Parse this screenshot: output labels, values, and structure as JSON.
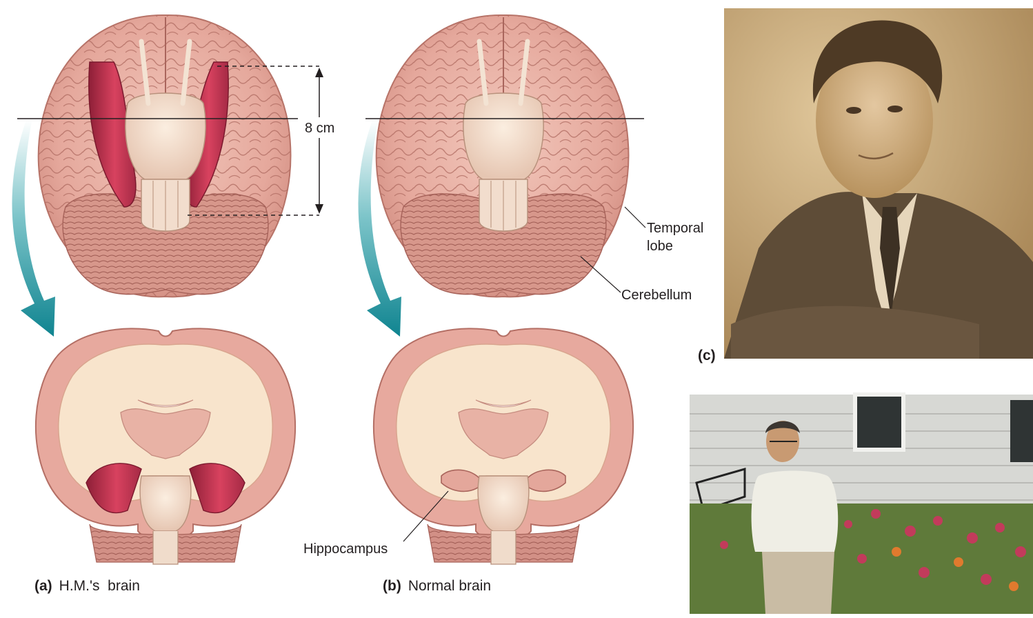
{
  "panel_a": {
    "letter": "(a)",
    "caption": "H.M.'s  brain",
    "measurement": "8 cm"
  },
  "panel_b": {
    "letter": "(b)",
    "caption": "Normal brain",
    "labels": {
      "temporal_line1": "Temporal",
      "temporal_line2": "lobe",
      "cerebellum": "Cerebellum",
      "hippocampus": "Hippocampus"
    }
  },
  "panel_c": {
    "letter": "(c)"
  },
  "colors": {
    "brain_surface": "#e9b1a6",
    "brain_dark": "#c98478",
    "white_matter": "#f9e6cf",
    "lesion": "#c2334c",
    "arrow": "#1f8f9a",
    "sepia_bg": "#c9a875",
    "suit": "#5b4a36"
  }
}
